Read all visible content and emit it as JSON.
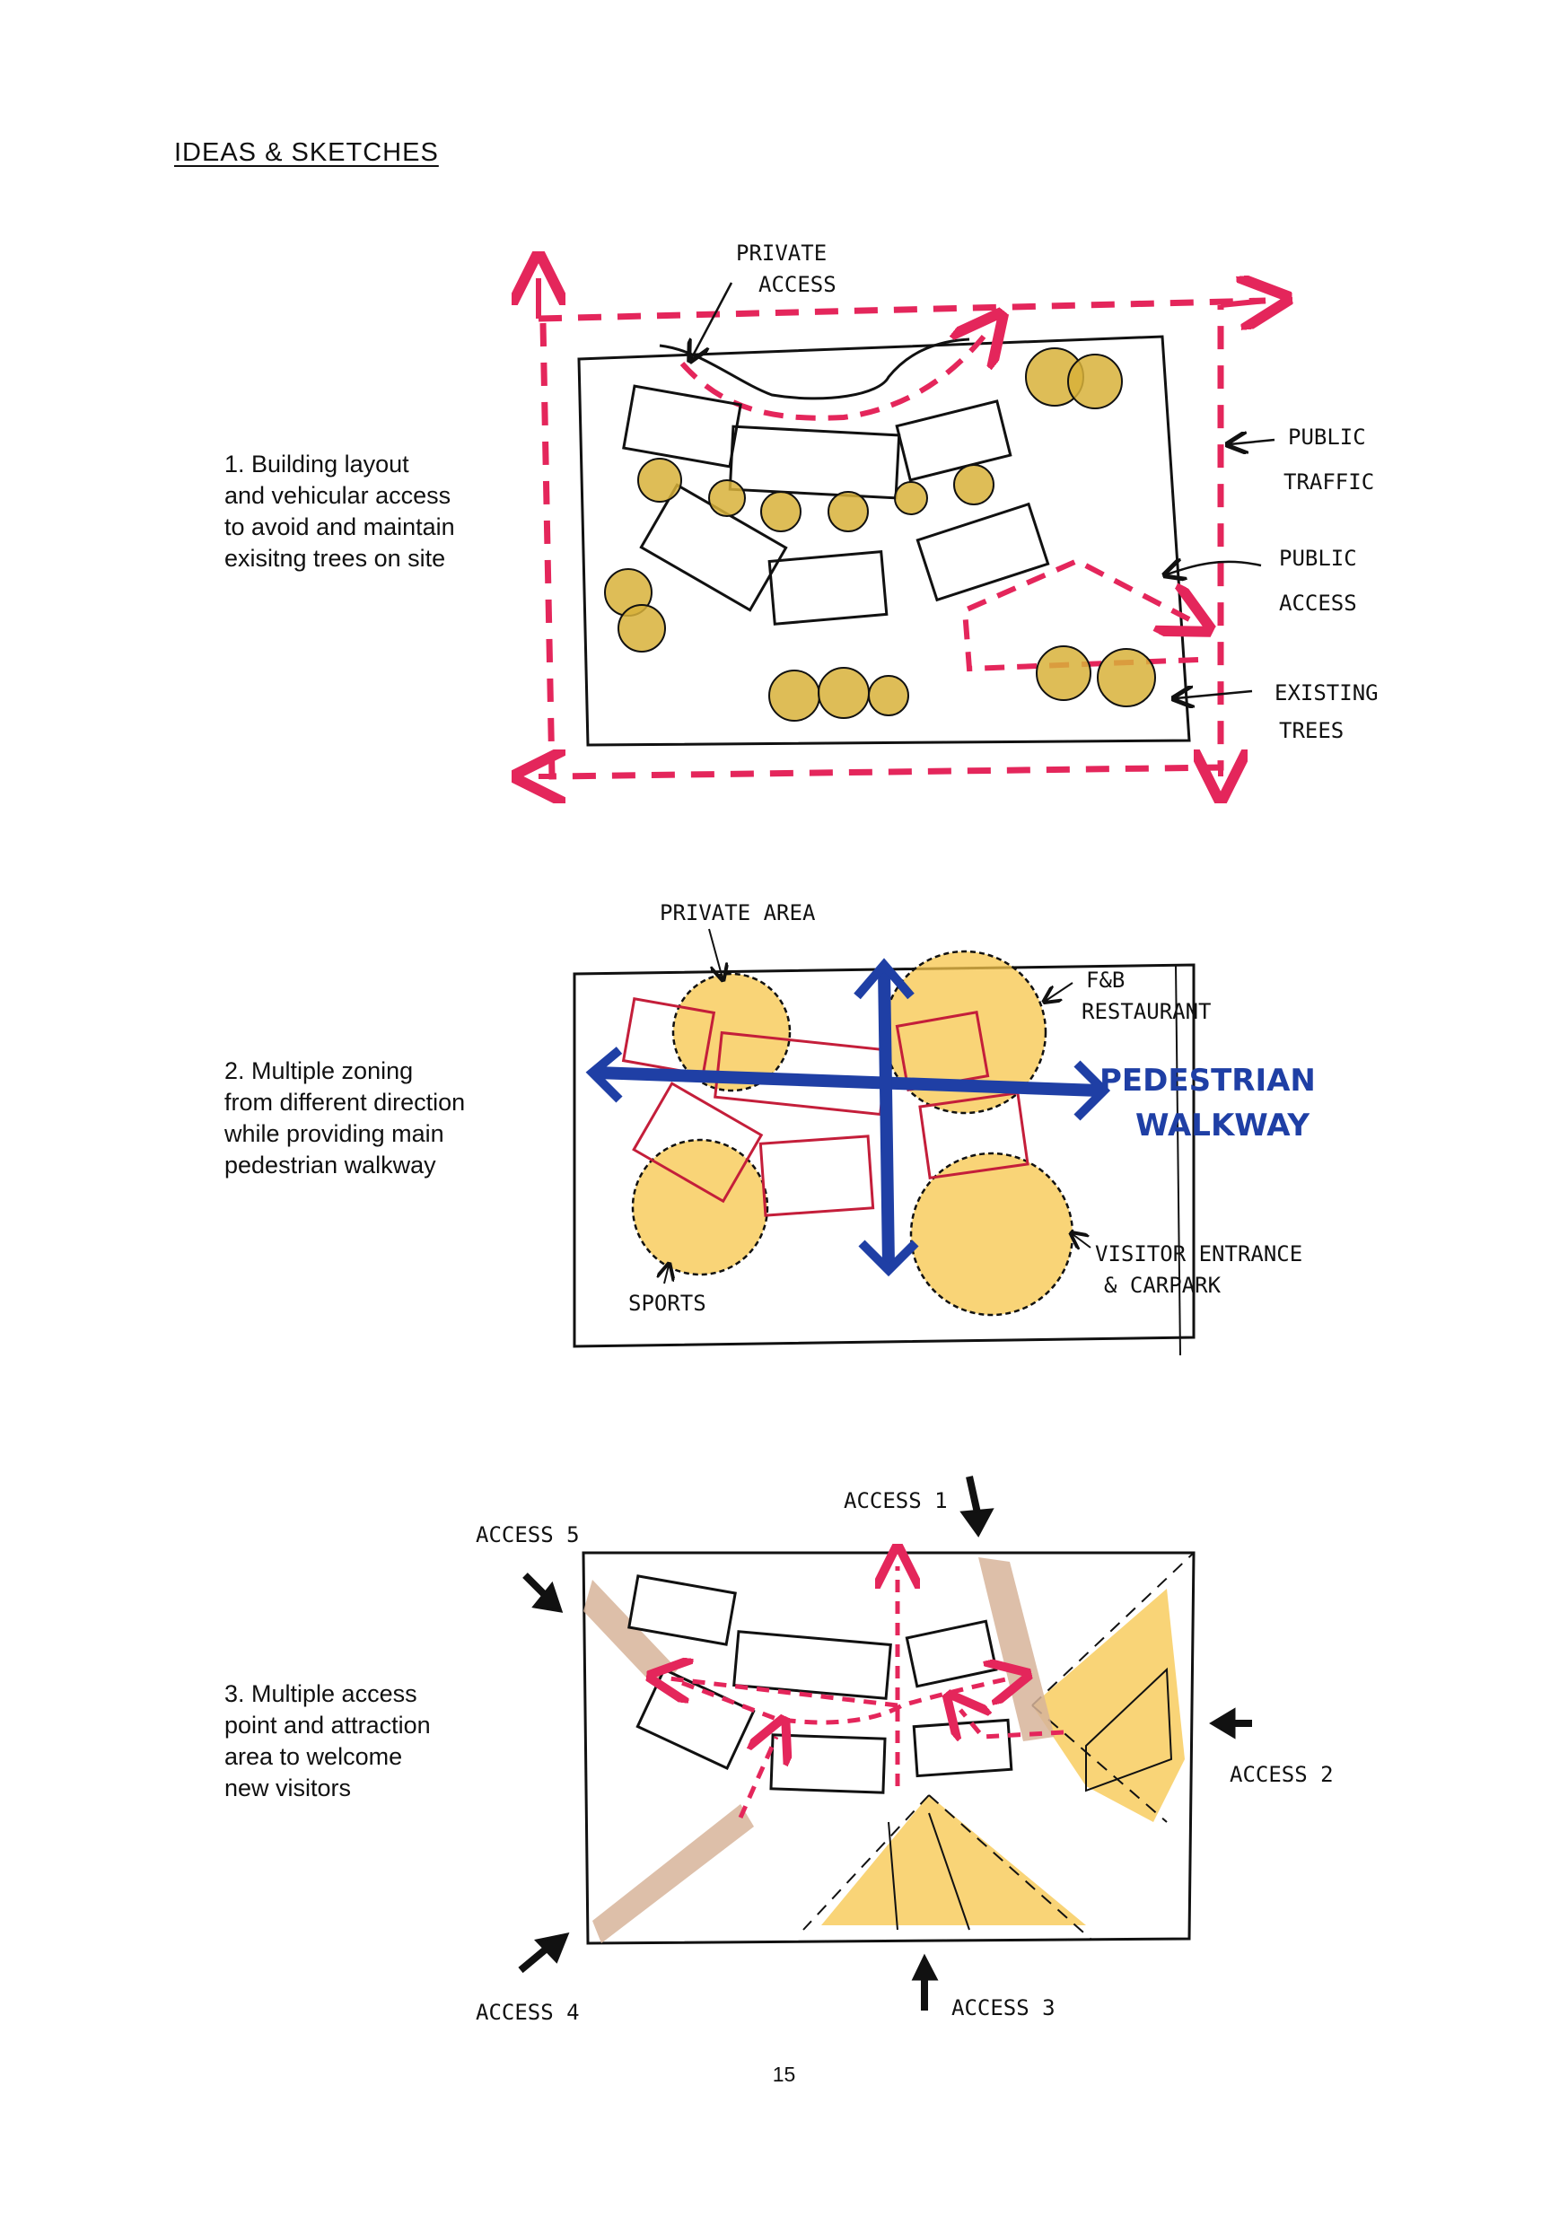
{
  "page": {
    "heading": "IDEAS & SKETCHES",
    "page_number": "15"
  },
  "sketch1": {
    "caption": [
      "1. Building layout",
      "and vehicular access",
      "to avoid and maintain",
      "exisitng trees on site"
    ],
    "labels": {
      "private_access": [
        "PRIVATE",
        "ACCESS"
      ],
      "public_traffic": [
        "PUBLIC",
        "TRAFFIC"
      ],
      "public_access": [
        "PUBLIC",
        "ACCESS"
      ],
      "existing_trees": [
        "EXISTING",
        "TREES"
      ]
    }
  },
  "sketch2": {
    "caption": [
      "2. Multiple zoning",
      "from different direction",
      "while providing main",
      "pedestrian walkway"
    ],
    "labels": {
      "private_area": "PRIVATE AREA",
      "fnb": [
        "F&B",
        "RESTAURANT"
      ],
      "pedestrian_walkway": [
        "PEDESTRIAN",
        "WALKWAY"
      ],
      "visitor_entrance": [
        "VISITOR ENTRANCE",
        "& CARPARK"
      ],
      "sports": "SPORTS"
    }
  },
  "sketch3": {
    "caption": [
      "3. Multiple access",
      "point and attraction",
      "area to welcome",
      "new visitors"
    ],
    "labels": {
      "access1": "ACCESS 1",
      "access2": "ACCESS 2",
      "access3": "ACCESS 3",
      "access4": "ACCESS 4",
      "access5": "ACCESS 5"
    }
  },
  "colors": {
    "access_red": "#e4265b",
    "tree_yellow": "#d8b13a",
    "zone_yellow": "#f7c64a",
    "walkway_blue": "#1f3fa5",
    "path_tan": "#d7b49a",
    "ink": "#111111"
  }
}
